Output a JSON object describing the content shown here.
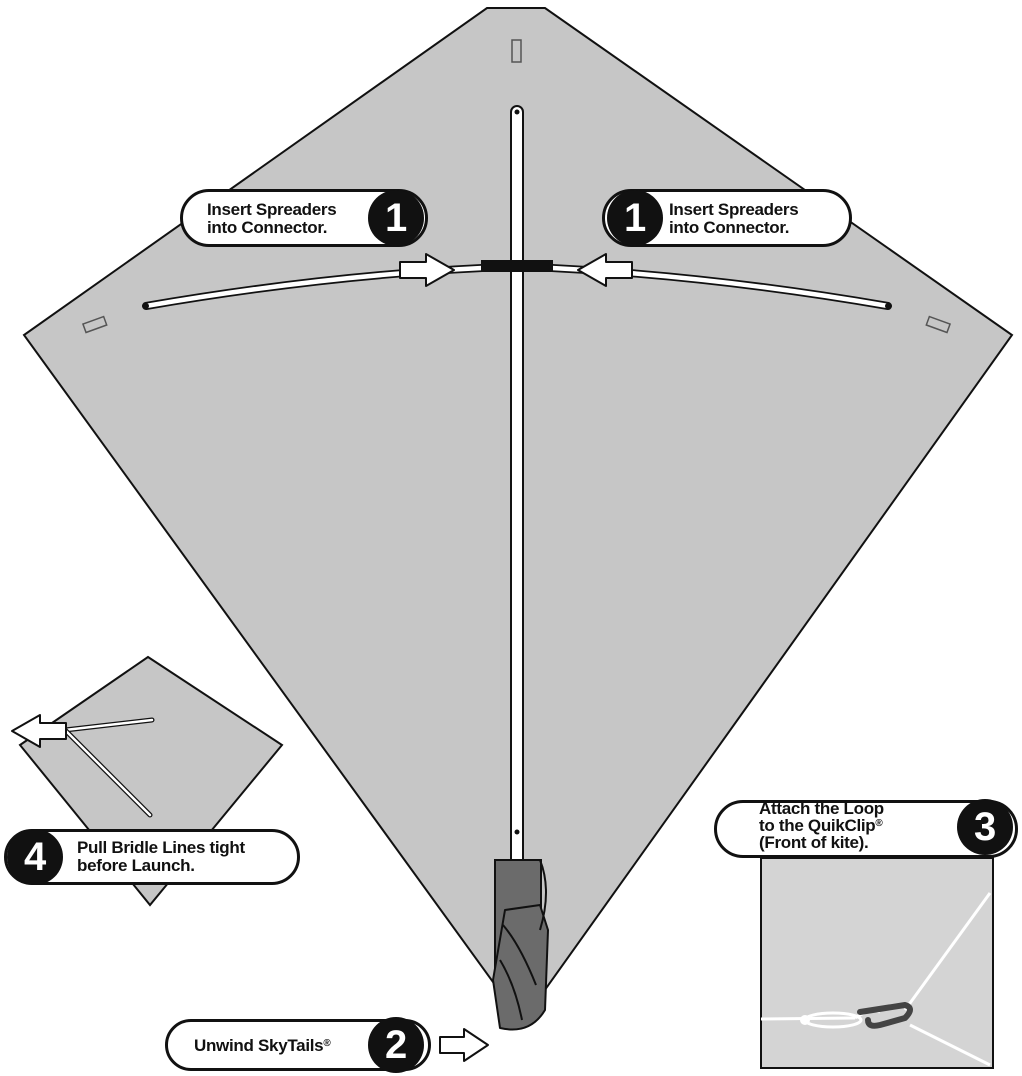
{
  "steps": {
    "step1_left": {
      "number": "1",
      "line1": "Insert Spreaders",
      "line2": "into Connector."
    },
    "step1_right": {
      "number": "1",
      "line1": "Insert Spreaders",
      "line2": "into Connector."
    },
    "step2": {
      "number": "2",
      "text": "Unwind SkyTails",
      "mark": "®"
    },
    "step3": {
      "number": "3",
      "line1": "Attach the Loop",
      "line2": "to the  QuikClip",
      "line2_mark": "®",
      "line3": "(Front of kite)."
    },
    "step4": {
      "number": "4",
      "line1": "Pull Bridle Lines tight",
      "line2": "before Launch."
    }
  },
  "colors": {
    "kite_sail": "#c6c6c6",
    "tail": "#6b6b6b",
    "outline": "#111111",
    "inset_bg": "#d4d4d4"
  }
}
